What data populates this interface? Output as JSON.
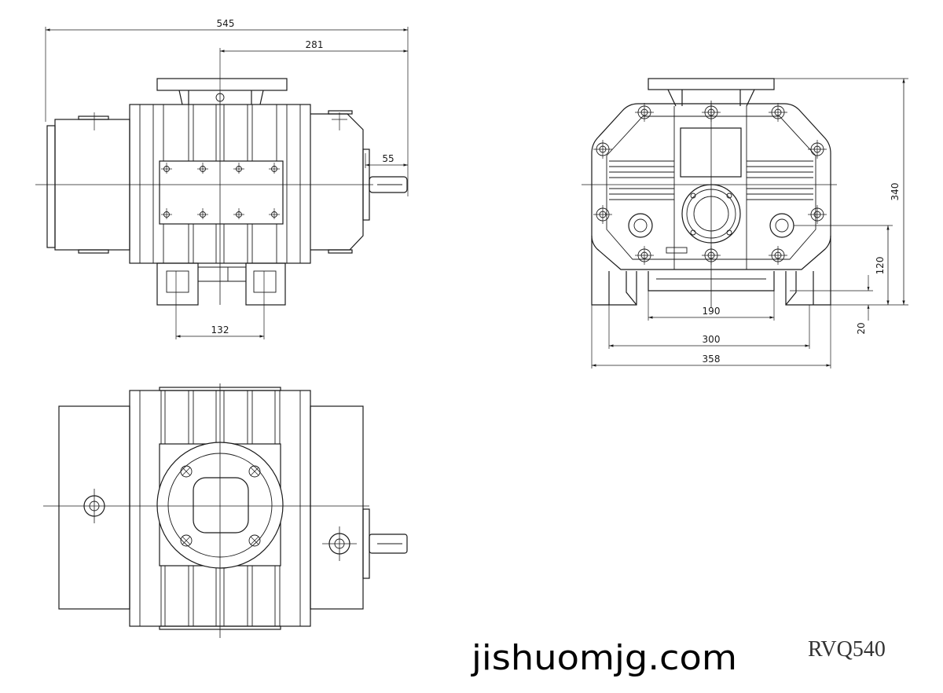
{
  "colors": {
    "line": "#1a1a1a",
    "background": "#ffffff",
    "model_text": "#333333"
  },
  "side_view": {
    "overall_length": "545",
    "flange_to_shaft_end": "281",
    "shaft_length": "55",
    "feet_spacing": "132"
  },
  "end_view": {
    "overall_height": "340",
    "shaft_center_height": "120",
    "base_thickness": "20",
    "foot_inner_width": "190",
    "foot_bolt_spacing": "300",
    "foot_outer_width": "358"
  },
  "watermark": "jishuomjg.com",
  "model": "RVQ540"
}
